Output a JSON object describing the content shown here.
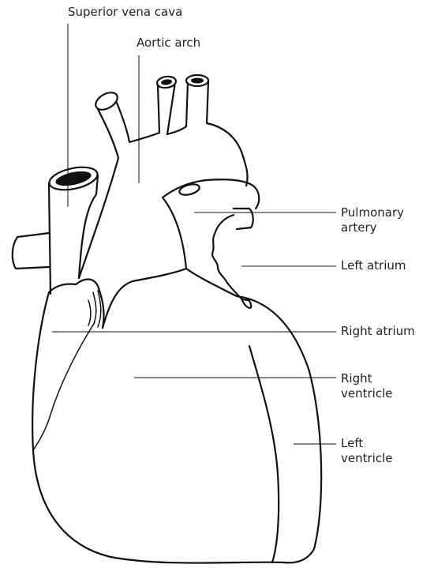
{
  "labels": {
    "superior_vena_cava": "Superior vena cava",
    "aortic_arch": "Aortic arch",
    "pulmonary_artery": "Pulmonary\nartery",
    "left_atrium": "Left atrium",
    "right_atrium": "Right atrium",
    "right_ventricle": "Right\nventricle",
    "left_ventricle": "Left\nventricle"
  },
  "colors": {
    "line": "#111111",
    "background": "#ffffff"
  }
}
